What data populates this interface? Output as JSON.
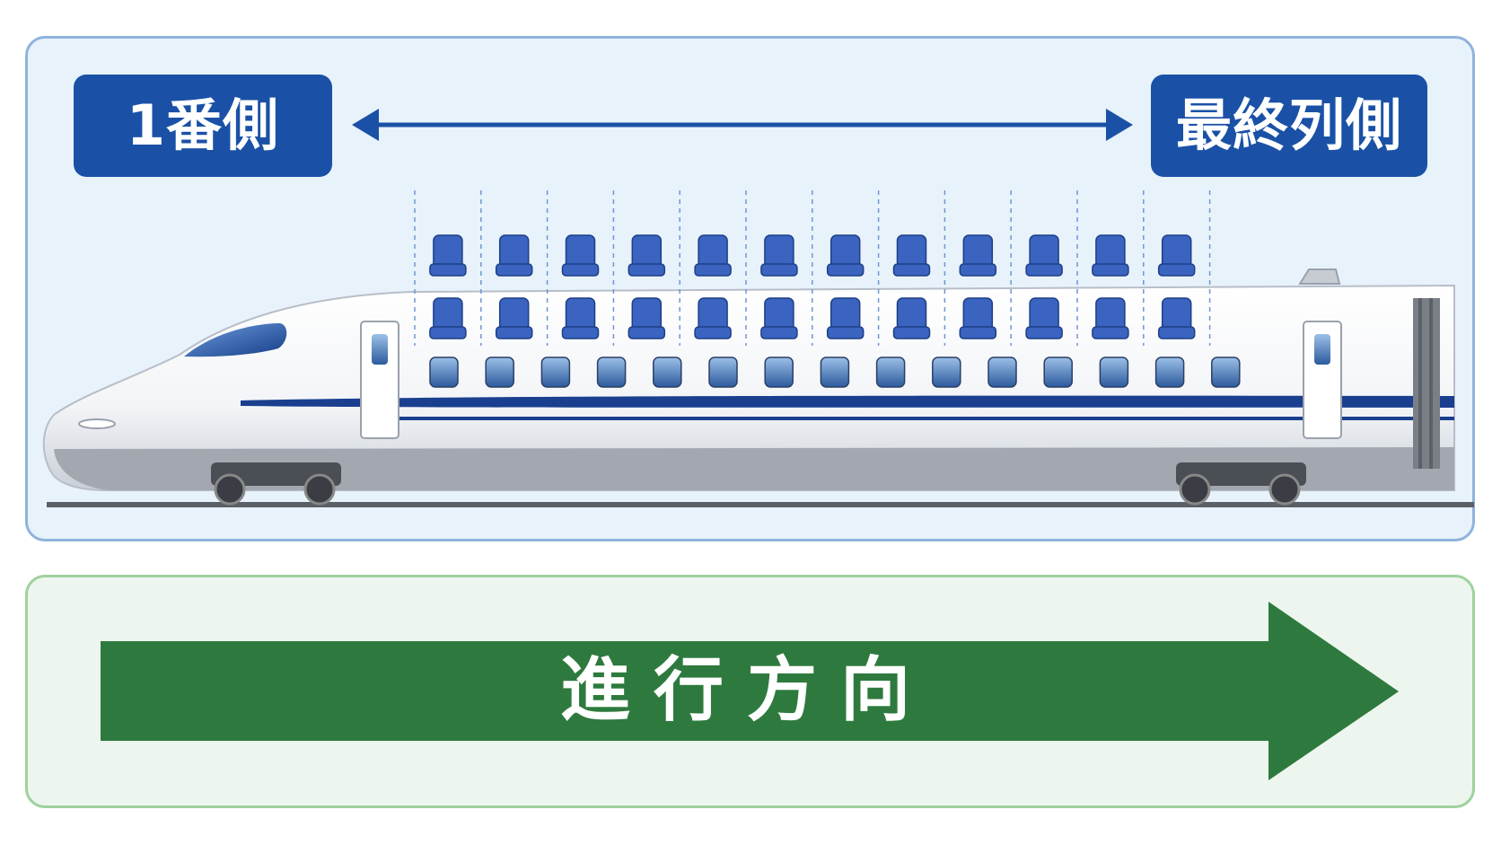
{
  "labels": {
    "left": "1番側",
    "right": "最終列側"
  },
  "direction": {
    "text": "進行方向"
  },
  "seat_layout": {
    "columns": 12,
    "rows": 2
  },
  "train_windows": {
    "count": 15
  },
  "colors": {
    "label_bg": "#1a51a6",
    "seat": "#3a64c0",
    "stripe": "#1a3f8f",
    "direction_arrow": "#2e7a3e",
    "panel_top_bg": "#e8f2fb",
    "panel_bottom_bg": "#edf6ee"
  }
}
